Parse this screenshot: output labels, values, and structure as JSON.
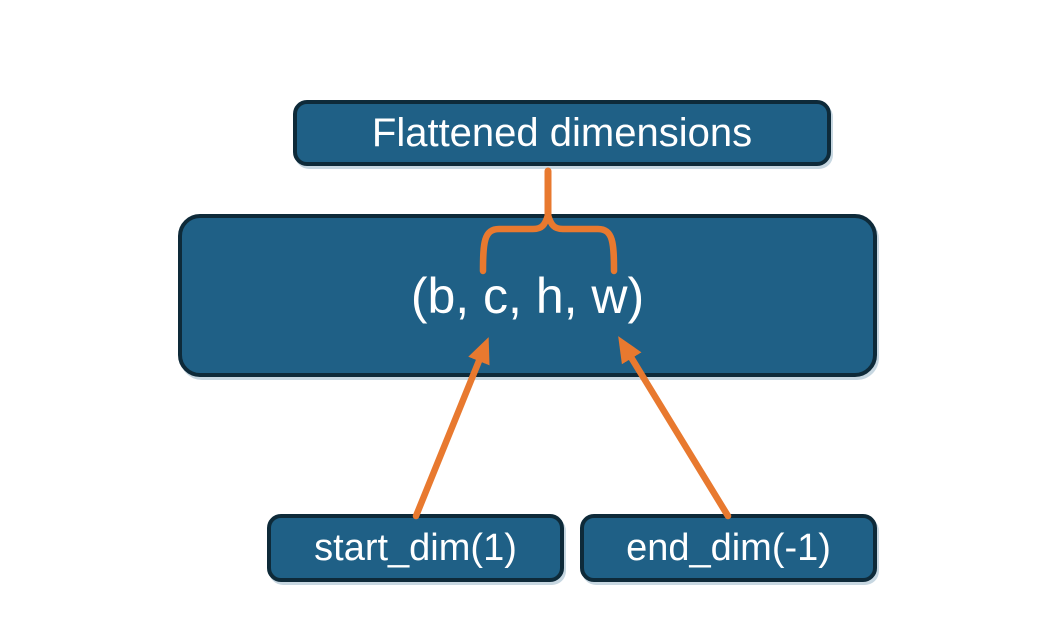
{
  "diagram": {
    "title_box": {
      "label": "Flattened dimensions"
    },
    "tensor_box": {
      "label": "(b, c, h, w)"
    },
    "start_box": {
      "label": "start_dim(1)"
    },
    "end_box": {
      "label": "end_dim(-1)"
    }
  },
  "colors": {
    "background": "#ffffff",
    "box_fill": "#1f6086",
    "box_border": "#0e2a39",
    "accent_orange": "#e8792f",
    "text": "#ffffff"
  }
}
